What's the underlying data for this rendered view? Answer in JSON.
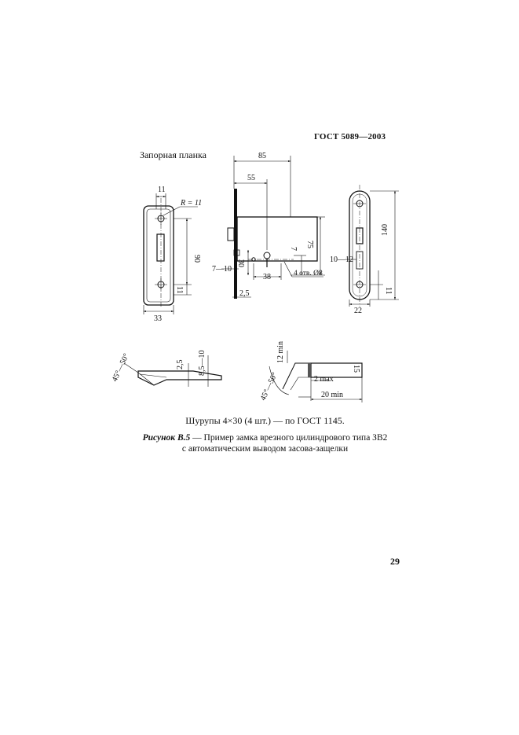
{
  "header": {
    "standard": "ГОСТ 5089—2003"
  },
  "strike_plate": {
    "title": "Запорная планка",
    "dims": {
      "width_top": "11",
      "radius": "R = 11",
      "height": "90",
      "hole_offset": "11",
      "width": "33"
    }
  },
  "lock_body": {
    "dims": {
      "total_width": "85",
      "backset": "55",
      "height": "75",
      "key_height": "30",
      "key_depth": "7",
      "left_offset": "7—10",
      "bottom_width": "38",
      "holes": "4 отв. Ø8",
      "plate_thickness": "2,5"
    }
  },
  "face_plate": {
    "dims": {
      "height": "140",
      "slot_width": "10—12",
      "width": "22",
      "hole_offset": "11"
    }
  },
  "latch_left": {
    "dims": {
      "angle": "45°—50°",
      "thickness": "2,5",
      "height": "8,5—10"
    }
  },
  "latch_right": {
    "dims": {
      "min_height": "12 min",
      "size": "15",
      "gap": "2 max",
      "angle": "45°—50°",
      "min_length": "20 min"
    }
  },
  "note": "Шурупы 4×30 (4 шт.) — по ГОСТ 1145.",
  "caption": {
    "label": "Рисунок В.5",
    "text": " — Пример замка врезного цилиндрового типа ЗВ2",
    "line2": "с автоматическим выводом засова-защелки"
  },
  "page_number": "29"
}
